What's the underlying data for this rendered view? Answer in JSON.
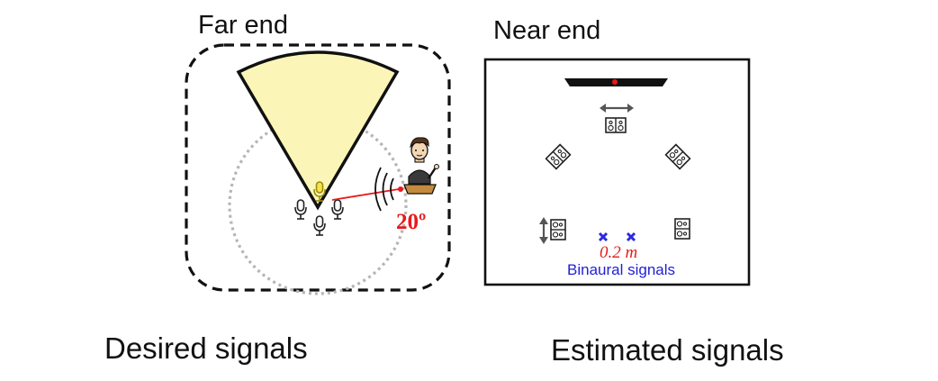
{
  "far_end": {
    "title": "Far end",
    "angle_label": "20º",
    "icons": [
      "microphone-icon",
      "speaker-person-icon",
      "sound-wave-icon"
    ]
  },
  "near_end": {
    "title": "Near end",
    "distance_label": "0.2 m",
    "binaural_label": "Binaural signals",
    "icons": [
      "speaker-icon",
      "screen-bar",
      "binaural-position-marker"
    ]
  },
  "captions": {
    "left": "Desired signals",
    "right": "Estimated signals"
  },
  "colors": {
    "beam_fill": "#fbf6b8",
    "accent_red": "#e8191b",
    "binaural_blue": "#1f1fd6",
    "dotted_circle": "#b5b5b5"
  }
}
